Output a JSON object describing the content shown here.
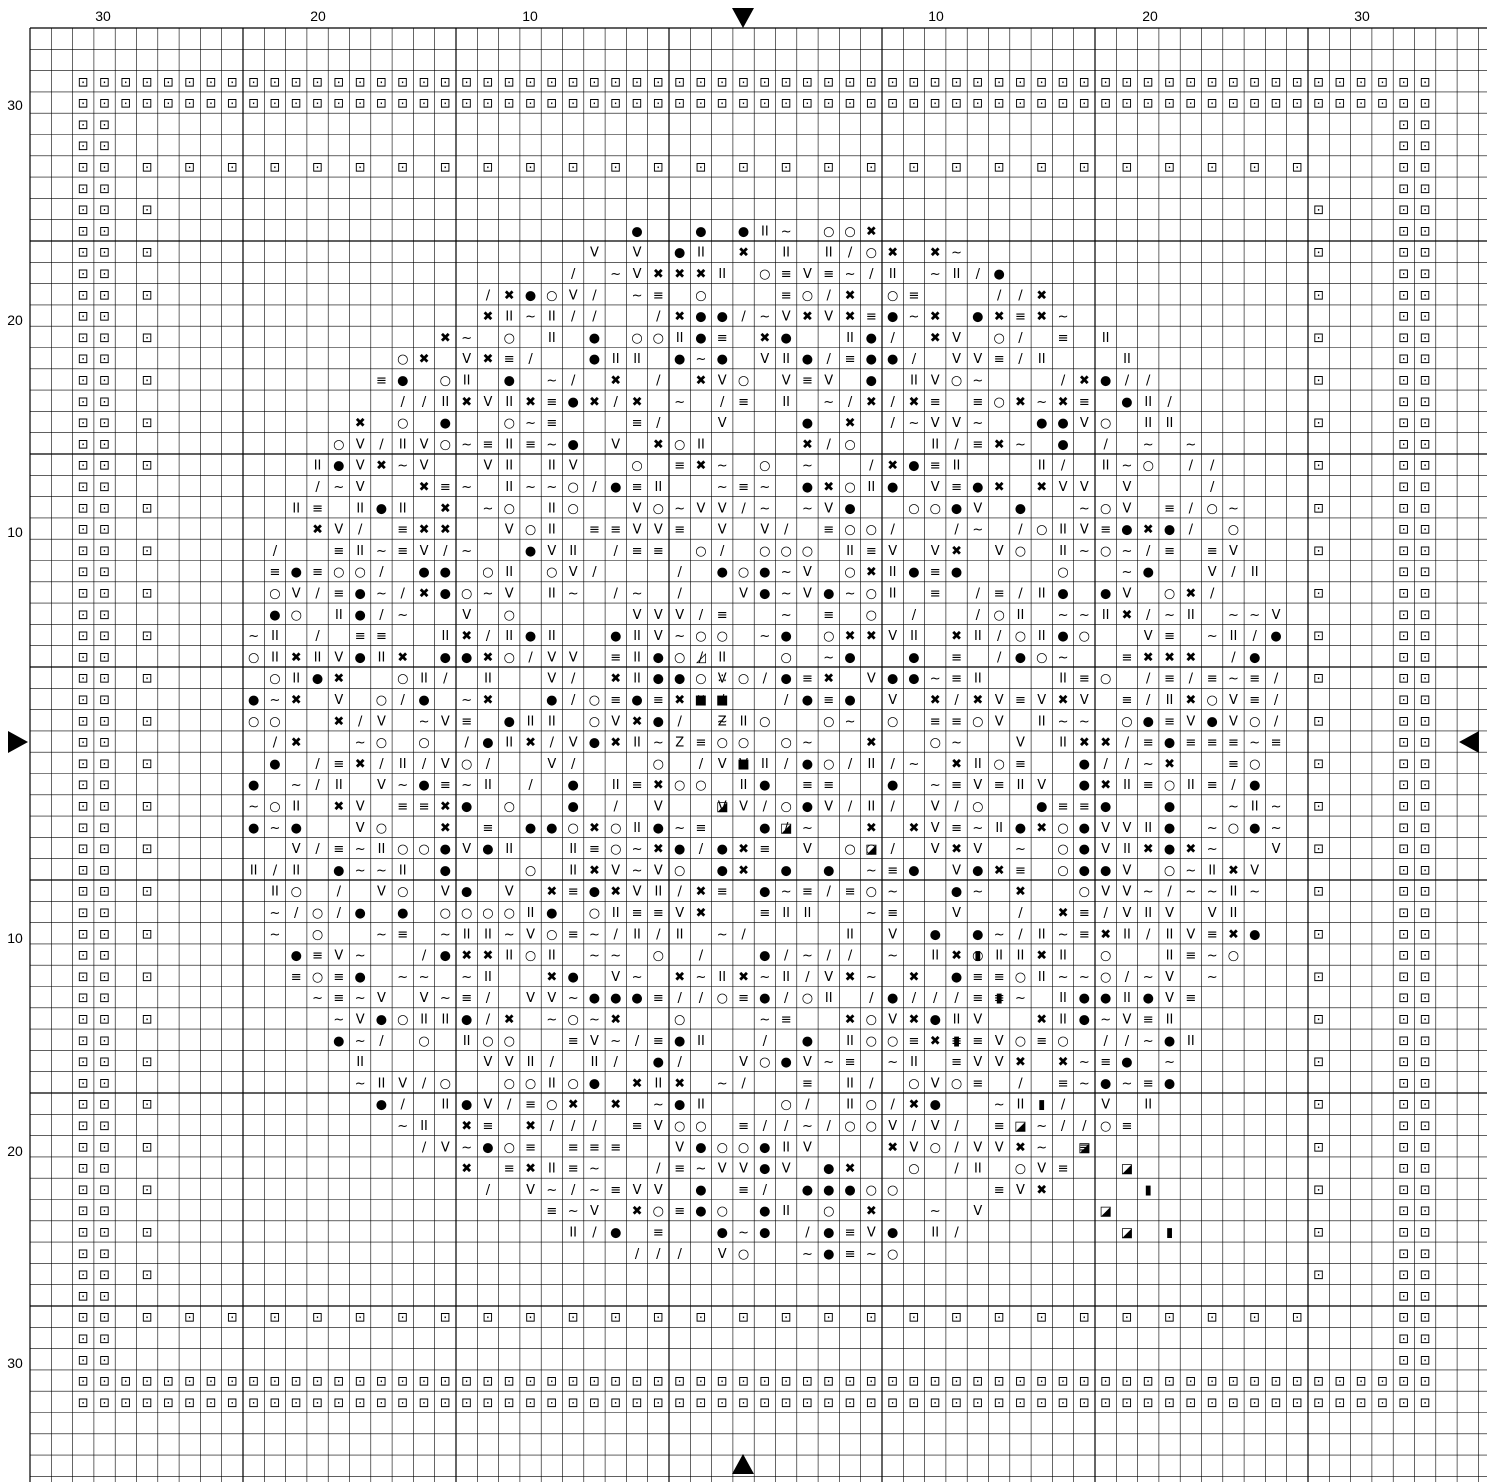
{
  "axis": {
    "top_labels": [
      "30",
      "20",
      "10",
      "10",
      "20",
      "30"
    ],
    "left_labels": [
      "30",
      "20",
      "10",
      "10",
      "20",
      "30"
    ]
  },
  "legend_symbols": {
    "frame": "⊡",
    "slash": "/",
    "circle": "○",
    "bars": "II",
    "cross": "✖",
    "dot": "●",
    "tilde": "~",
    "triple": "≡",
    "vee": "V",
    "zed": "Z",
    "dots3": "∴",
    "square": "■",
    "half": "◪",
    "tri": "◿",
    "bar": "▮"
  },
  "grid": {
    "columns": 70,
    "rows": 70,
    "center_markers": [
      "top-arrow",
      "bottom-arrow",
      "left-arrow",
      "right-arrow"
    ]
  }
}
